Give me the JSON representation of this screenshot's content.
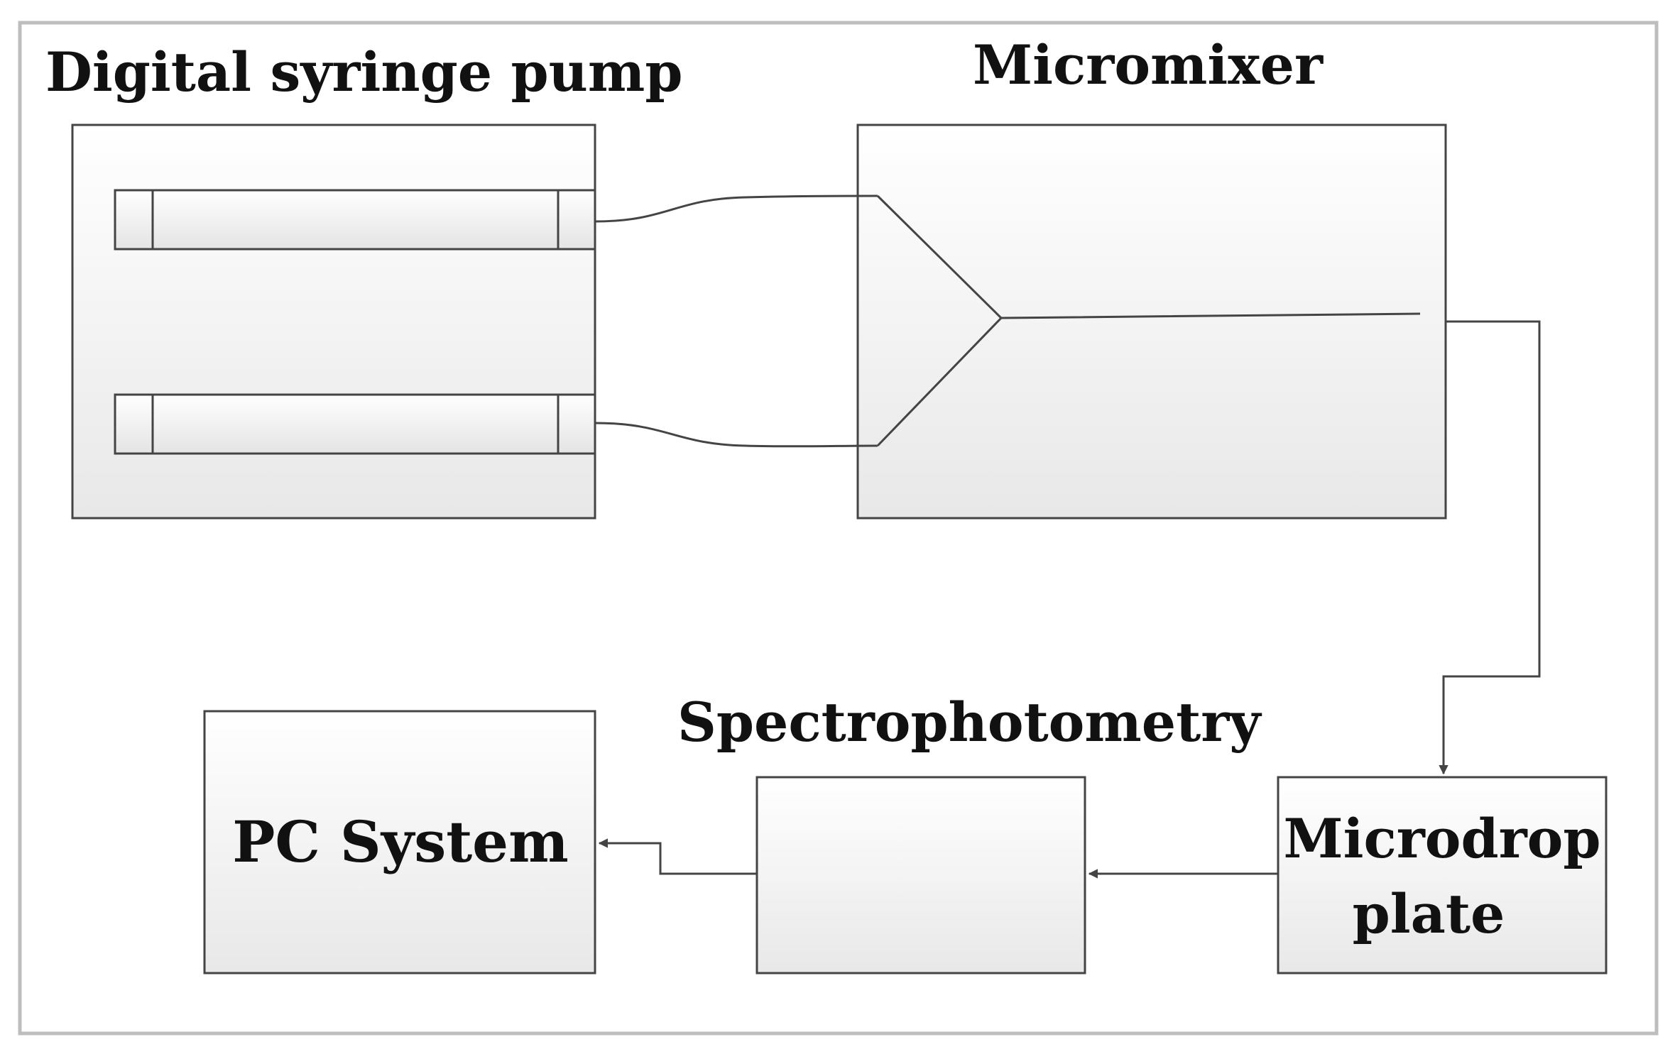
{
  "labels": {
    "pump": "Digital syringe pump",
    "mixer": "Micromixer",
    "spectro": "Spectrophotometry",
    "pc": "PC System",
    "plate_line1": "Microdrop",
    "plate_line2": "plate"
  },
  "colors": {
    "stroke": "#444444",
    "box_fill_top": "#ffffff",
    "box_fill_bottom": "#e9e9e9",
    "frame": "#bdbdbd"
  }
}
